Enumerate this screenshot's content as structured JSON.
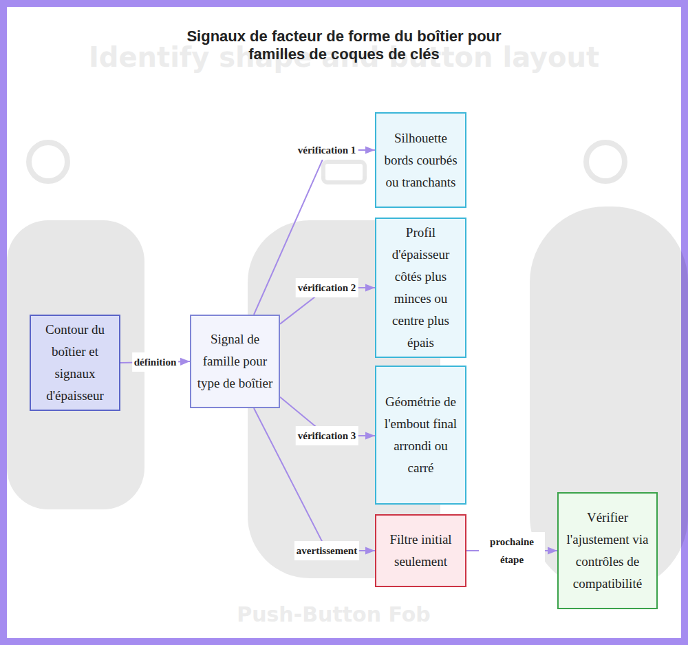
{
  "diagram": {
    "title": "Signaux de facteur de forme du boîtier pour familles de coques de clés",
    "nodes": [
      {
        "text": [
          "Contour du boîtier et signaux d'épaisseur"
        ]
      },
      {
        "text": [
          "Signal de famille pour type de boîtier"
        ]
      },
      {
        "text": [
          "Silhouette bords courbés ou tranchants"
        ]
      },
      {
        "text": [
          "Profil d'épaisseur côtés plus minces ou centre plus épais"
        ]
      },
      {
        "text": [
          "Géométrie de l'embout final arrondi ou carré"
        ]
      },
      {
        "text": [
          "Filtre initial seulement"
        ]
      },
      {
        "text": [
          "Vérifier l'ajustement via contrôles de compatibilité"
        ]
      }
    ],
    "edges": [
      {
        "from": 0,
        "to": 1,
        "label": "définition",
        "arrow": "to"
      },
      {
        "from": 1,
        "to": 2,
        "label": "vérification 1",
        "arrow": "to"
      },
      {
        "from": 1,
        "to": 3,
        "label": "vérification 2",
        "arrow": "to"
      },
      {
        "from": 1,
        "to": 4,
        "label": "vérification 3",
        "arrow": "to"
      },
      {
        "from": 1,
        "to": 5,
        "label": "avertissement",
        "arrow": "to"
      },
      {
        "from": 5,
        "to": 6,
        "label": "prochaine étape",
        "arrow": "to"
      }
    ],
    "labels": [
      "Identify shape and button layout",
      "Push-Button Fob"
    ]
  }
}
